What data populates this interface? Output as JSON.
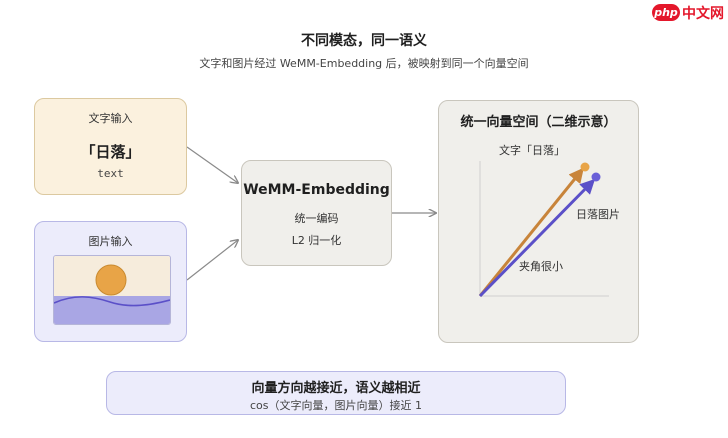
{
  "header": {
    "title": "不同模态，同一语义",
    "subtitle": "文字和图片经过 WeMM-Embedding 后，被映射到同一个向量空间"
  },
  "text_input": {
    "label": "文字输入",
    "content": "「日落」",
    "type_label": "text"
  },
  "image_input": {
    "label": "图片输入"
  },
  "embedding": {
    "name": "WeMM-Embedding",
    "line1": "统一编码",
    "line2": "L2 归一化"
  },
  "vector_space": {
    "title": "统一向量空间（二维示意）",
    "text_vector_label": "文字「日落」",
    "image_vector_label": "日落图片",
    "angle_label": "夹角很小"
  },
  "note": {
    "main": "向量方向越接近，语义越相近",
    "sub": "cos（文字向量，图片向量）接近 1"
  },
  "watermark": {
    "badge": "php",
    "text": "中文网"
  },
  "colors": {
    "text_vector": "#c8843a",
    "image_vector": "#5b50c8",
    "sun": "#e8a447",
    "water": "#a9a6e4",
    "arrow": "#8a8a8a"
  }
}
